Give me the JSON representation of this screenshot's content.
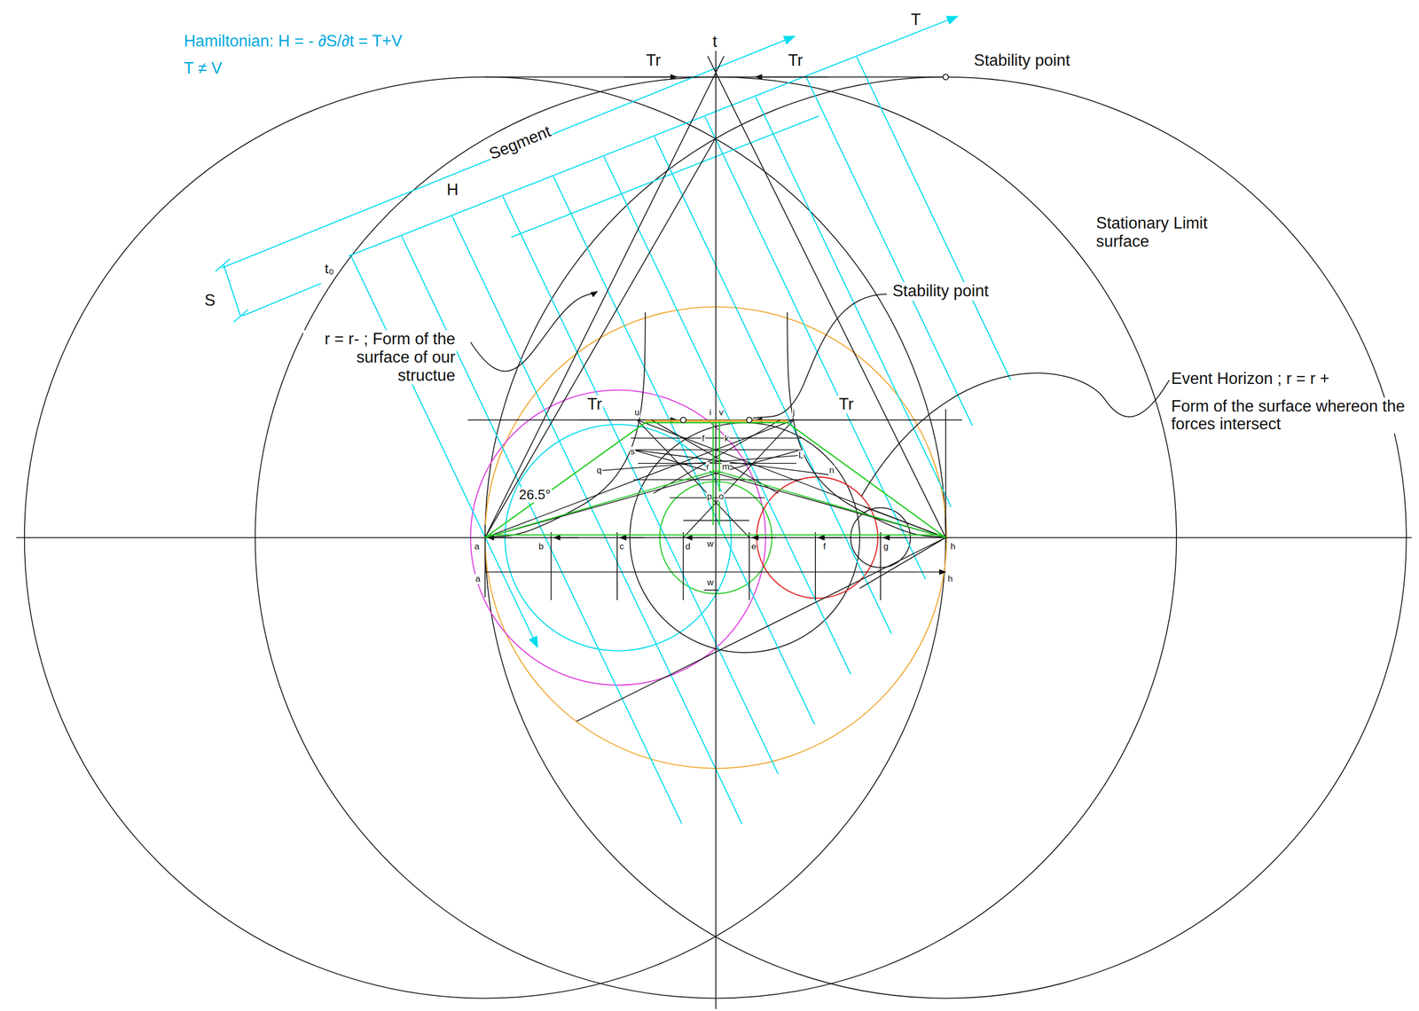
{
  "diagram": {
    "labels": [
      "Hamiltonian: H = - ∂S/∂t  = T+V",
      "T ≠ V",
      "t",
      "Tr",
      "Tr",
      "T",
      "Stability point",
      "Segment",
      "H",
      "t₀",
      "S",
      "Stationary Limit surface",
      "Stability point",
      "r = r- ; Form of the surface of our structue",
      "Event Horizon ; r = r +",
      "Form of the surface whereon the forces intersect",
      "Tr",
      "Tr",
      "26.5°",
      "u",
      "i",
      "v",
      "j",
      "f",
      "k",
      "s",
      "L",
      "q",
      "r",
      "m",
      "n",
      "p",
      "o",
      "a",
      "b",
      "c",
      "d",
      "w",
      "e",
      "f",
      "g",
      "h",
      "a",
      "w",
      "h"
    ]
  }
}
